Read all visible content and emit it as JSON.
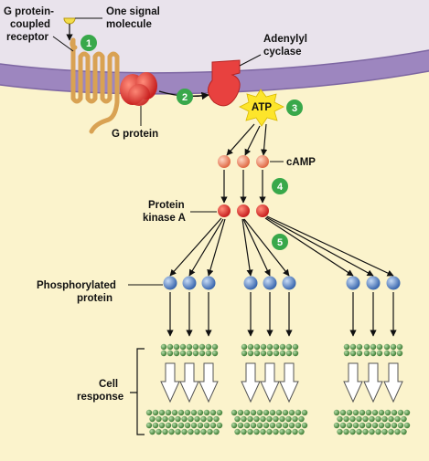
{
  "labels": {
    "gpcr_line1": "G protein-",
    "gpcr_line2": "coupled",
    "gpcr_line3": "receptor",
    "signal_line1": "One signal",
    "signal_line2": "molecule",
    "adenylyl_line1": "Adenylyl",
    "adenylyl_line2": "cyclase",
    "g_protein": "G protein",
    "atp": "ATP",
    "camp": "cAMP",
    "pka_line1": "Protein",
    "pka_line2": "kinase A",
    "phospho_line1": "Phosphorylated",
    "phospho_line2": "protein",
    "cell_line1": "Cell",
    "cell_line2": "response"
  },
  "steps": [
    "1",
    "2",
    "3",
    "4",
    "5"
  ],
  "colors": {
    "cytoplasm": "#fbf3cc",
    "extracellular": "#e9e3ec",
    "membrane": "#9d86bf",
    "receptor": "#d9a253",
    "g_protein": "#e8413f",
    "adenylyl_cyclase": "#e8413f",
    "atp_burst": "#fde52b",
    "camp": "#f2a082",
    "protein_kinase_a": "#d92e2e",
    "phosphorylated_protein": "#5a86c9",
    "step_badge": "#38a84a",
    "response_dots": "#5f9e52"
  }
}
